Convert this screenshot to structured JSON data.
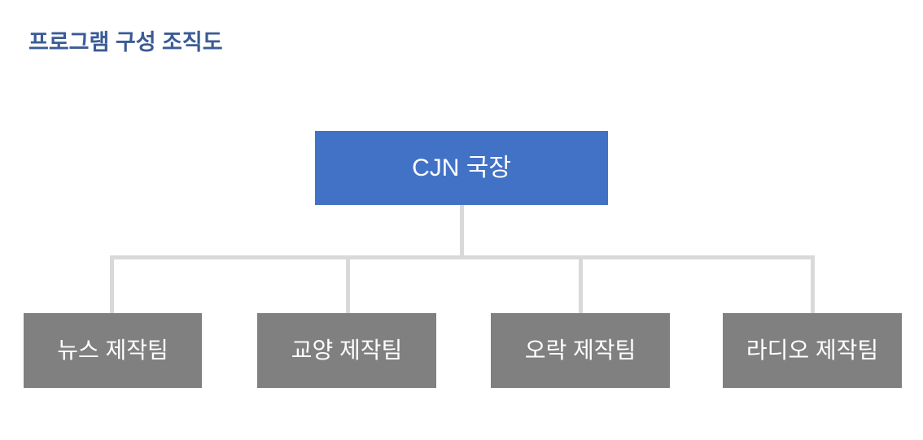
{
  "page": {
    "title": "프로그램 구성 조직도",
    "background_color": "#ffffff",
    "title_color": "#3b5b96",
    "connector_color": "#d9d9d9"
  },
  "org_chart": {
    "root": {
      "label": "CJN 국장",
      "fill_color": "#4272c6",
      "text_color": "#ffffff"
    },
    "children": [
      {
        "label": "뉴스 제작팀",
        "fill_color": "#808080",
        "text_color": "#ffffff"
      },
      {
        "label": "교양 제작팀",
        "fill_color": "#808080",
        "text_color": "#ffffff"
      },
      {
        "label": "오락 제작팀",
        "fill_color": "#808080",
        "text_color": "#ffffff"
      },
      {
        "label": "라디오 제작팀",
        "fill_color": "#808080",
        "text_color": "#ffffff"
      }
    ]
  }
}
